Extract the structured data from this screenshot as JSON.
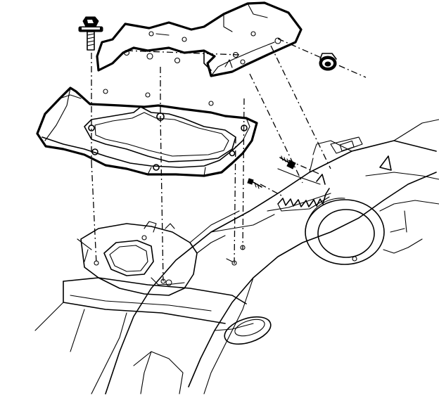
{
  "figure": {
    "background_color": "#ffffff",
    "line_color": "#000000",
    "parts": [
      {
        "name": "bracket-bolt",
        "icon": "bolt-icon"
      },
      {
        "name": "module-bracket-plate",
        "icon": "bracket-icon"
      },
      {
        "name": "mounting-tray",
        "icon": "tray-icon"
      },
      {
        "name": "retaining-nut",
        "icon": "nut-icon"
      },
      {
        "name": "side-screw",
        "icon": "screw-icon"
      },
      {
        "name": "vehicle-frame-structure",
        "icon": "frame-icon"
      },
      {
        "name": "wheel-well",
        "icon": "wheel-well-icon"
      },
      {
        "name": "direction-arrow",
        "icon": "triangle-arrow-icon"
      }
    ]
  }
}
